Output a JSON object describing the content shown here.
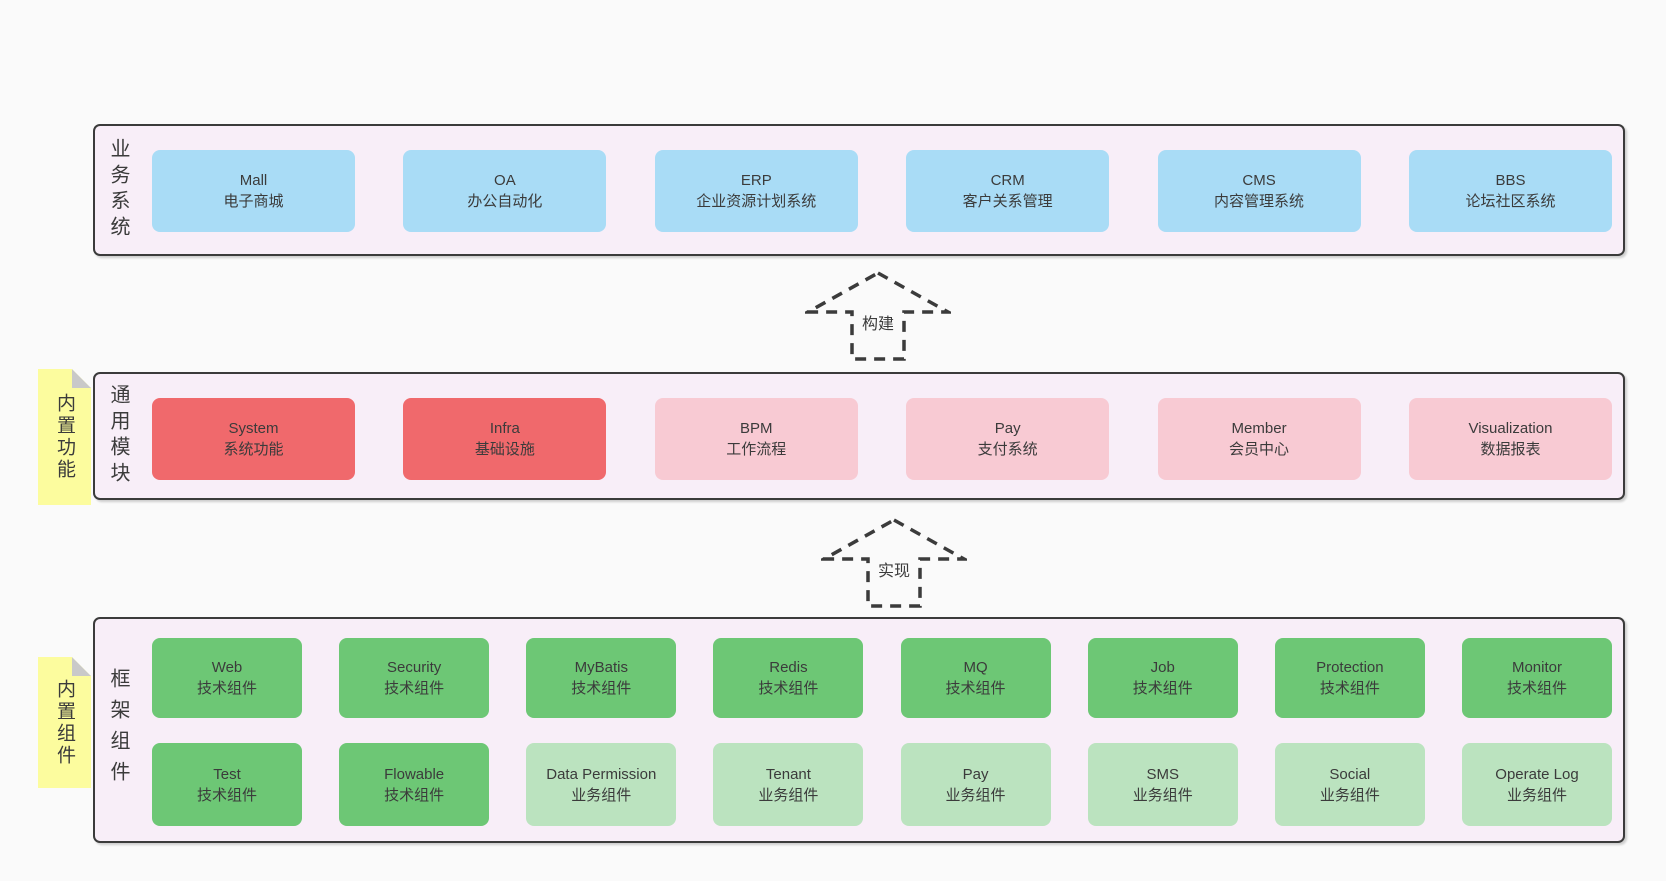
{
  "colors": {
    "canvas": "#FAFAFA",
    "panel_bg": "#F8EEF8",
    "border": "#3B3B3B",
    "ink": "#3B3B3B",
    "blue": "#A9DCF6",
    "red": "#F0696C",
    "pink": "#F8CAD3",
    "green": "#6DC775",
    "lightgreen": "#BBE3BF",
    "sticky": "#FCFC9E",
    "fold": "#C9C9C9"
  },
  "arrow1": {
    "label": "构建"
  },
  "arrow2": {
    "label": "实现"
  },
  "sticky1": {
    "text": "内置功能"
  },
  "sticky2": {
    "text": "内置组件"
  },
  "layer1": {
    "label": "业务系统",
    "boxes": [
      {
        "title": "Mall",
        "sub": "电子商城"
      },
      {
        "title": "OA",
        "sub": "办公自动化"
      },
      {
        "title": "ERP",
        "sub": "企业资源计划系统"
      },
      {
        "title": "CRM",
        "sub": "客户关系管理"
      },
      {
        "title": "CMS",
        "sub": "内容管理系统"
      },
      {
        "title": "BBS",
        "sub": "论坛社区系统"
      }
    ]
  },
  "layer2": {
    "label": "通用模块",
    "boxes": [
      {
        "title": "System",
        "sub": "系统功能",
        "variant": "red"
      },
      {
        "title": "Infra",
        "sub": "基础设施",
        "variant": "red"
      },
      {
        "title": "BPM",
        "sub": "工作流程",
        "variant": "pink"
      },
      {
        "title": "Pay",
        "sub": "支付系统",
        "variant": "pink"
      },
      {
        "title": "Member",
        "sub": "会员中心",
        "variant": "pink"
      },
      {
        "title": "Visualization",
        "sub": "数据报表",
        "variant": "pink"
      }
    ]
  },
  "layer3": {
    "label": "框架组件",
    "row1": [
      {
        "title": "Web",
        "sub": "技术组件",
        "variant": "green"
      },
      {
        "title": "Security",
        "sub": "技术组件",
        "variant": "green"
      },
      {
        "title": "MyBatis",
        "sub": "技术组件",
        "variant": "green"
      },
      {
        "title": "Redis",
        "sub": "技术组件",
        "variant": "green"
      },
      {
        "title": "MQ",
        "sub": "技术组件",
        "variant": "green"
      },
      {
        "title": "Job",
        "sub": "技术组件",
        "variant": "green"
      },
      {
        "title": "Protection",
        "sub": "技术组件",
        "variant": "green"
      },
      {
        "title": "Monitor",
        "sub": "技术组件",
        "variant": "green"
      }
    ],
    "row2": [
      {
        "title": "Test",
        "sub": "技术组件",
        "variant": "green"
      },
      {
        "title": "Flowable",
        "sub": "技术组件",
        "variant": "green"
      },
      {
        "title": "Data Permission",
        "sub": "业务组件",
        "variant": "lightgreen"
      },
      {
        "title": "Tenant",
        "sub": "业务组件",
        "variant": "lightgreen"
      },
      {
        "title": "Pay",
        "sub": "业务组件",
        "variant": "lightgreen"
      },
      {
        "title": "SMS",
        "sub": "业务组件",
        "variant": "lightgreen"
      },
      {
        "title": "Social",
        "sub": "业务组件",
        "variant": "lightgreen"
      },
      {
        "title": "Operate Log",
        "sub": "业务组件",
        "variant": "lightgreen"
      }
    ]
  }
}
